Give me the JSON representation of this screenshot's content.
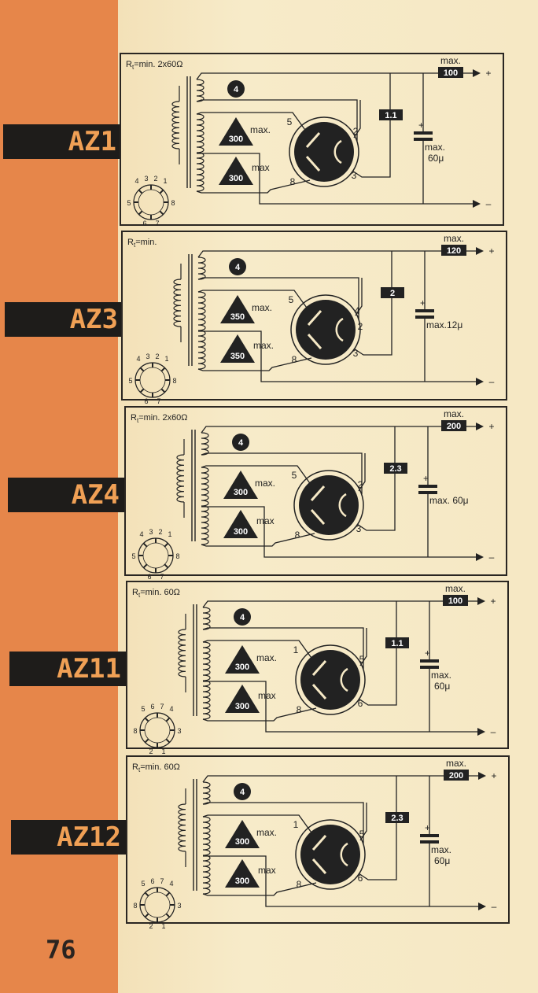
{
  "page_number": "76",
  "circuits": [
    {
      "tube": "AZ1",
      "rt": "R",
      "rt_sub": "t",
      "rt_val": "=min. 2x60Ω",
      "filament": "4",
      "v1": "300",
      "v2": "300",
      "v1_lbl": "max.",
      "v2_lbl": "max",
      "current": "100",
      "current_lbl": "max.",
      "resistor": "1.1",
      "cap_lbl": "max.",
      "cap_val": "60μ",
      "plus": "+",
      "minus": "–",
      "cap_plus": "+",
      "pins": [
        "5",
        "2",
        "3",
        "8"
      ],
      "socket": {
        "type": "8pin",
        "n": [
          "4",
          "3",
          "2",
          "1",
          "5",
          "8",
          "6",
          "7"
        ]
      }
    },
    {
      "tube": "AZ3",
      "rt": "R",
      "rt_sub": "t",
      "rt_val": "=min.",
      "filament": "4",
      "v1": "350",
      "v2": "350",
      "v1_lbl": "max.",
      "v2_lbl": "max.",
      "current": "120",
      "current_lbl": "max.",
      "resistor": "2",
      "cap_lbl": "max.12μ",
      "cap_val": "",
      "plus": "+",
      "minus": "–",
      "cap_plus": "+",
      "pins": [
        "5",
        "4",
        "2",
        "3",
        "8"
      ],
      "socket": {
        "type": "8pin",
        "n": [
          "4",
          "3",
          "2",
          "1",
          "5",
          "8",
          "6",
          "7"
        ]
      }
    },
    {
      "tube": "AZ4",
      "rt": "R",
      "rt_sub": "t",
      "rt_val": "=min. 2x60Ω",
      "filament": "4",
      "v1": "300",
      "v2": "300",
      "v1_lbl": "max.",
      "v2_lbl": "max",
      "current": "200",
      "current_lbl": "max.",
      "resistor": "2.3",
      "cap_lbl": "max. 60μ",
      "cap_val": "",
      "plus": "+",
      "minus": "–",
      "cap_plus": "+",
      "pins": [
        "5",
        "2",
        "3",
        "8"
      ],
      "socket": {
        "type": "8pin",
        "n": [
          "4",
          "3",
          "2",
          "1",
          "5",
          "8",
          "6",
          "7"
        ]
      }
    },
    {
      "tube": "AZ11",
      "rt": "R",
      "rt_sub": "t",
      "rt_val": "=min. 60Ω",
      "filament": "4",
      "v1": "300",
      "v2": "300",
      "v1_lbl": "max.",
      "v2_lbl": "max",
      "current": "100",
      "current_lbl": "max.",
      "resistor": "1.1",
      "cap_lbl": "max.",
      "cap_val": "60μ",
      "plus": "+",
      "minus": "–",
      "cap_plus": "+",
      "pins": [
        "1",
        "5",
        "6",
        "8"
      ],
      "socket": {
        "type": "loctal",
        "n": [
          "5",
          "6",
          "7",
          "4",
          "8",
          "3",
          "2",
          "1"
        ]
      }
    },
    {
      "tube": "AZ12",
      "rt": "R",
      "rt_sub": "t",
      "rt_val": "=min. 60Ω",
      "filament": "4",
      "v1": "300",
      "v2": "300",
      "v1_lbl": "max.",
      "v2_lbl": "max",
      "current": "200",
      "current_lbl": "max.",
      "resistor": "2.3",
      "cap_lbl": "max.",
      "cap_val": "60μ",
      "plus": "+",
      "minus": "–",
      "cap_plus": "+",
      "pins": [
        "1",
        "5",
        "6",
        "8"
      ],
      "socket": {
        "type": "loctal",
        "n": [
          "5",
          "6",
          "7",
          "4",
          "8",
          "3",
          "2",
          "1"
        ]
      }
    }
  ]
}
